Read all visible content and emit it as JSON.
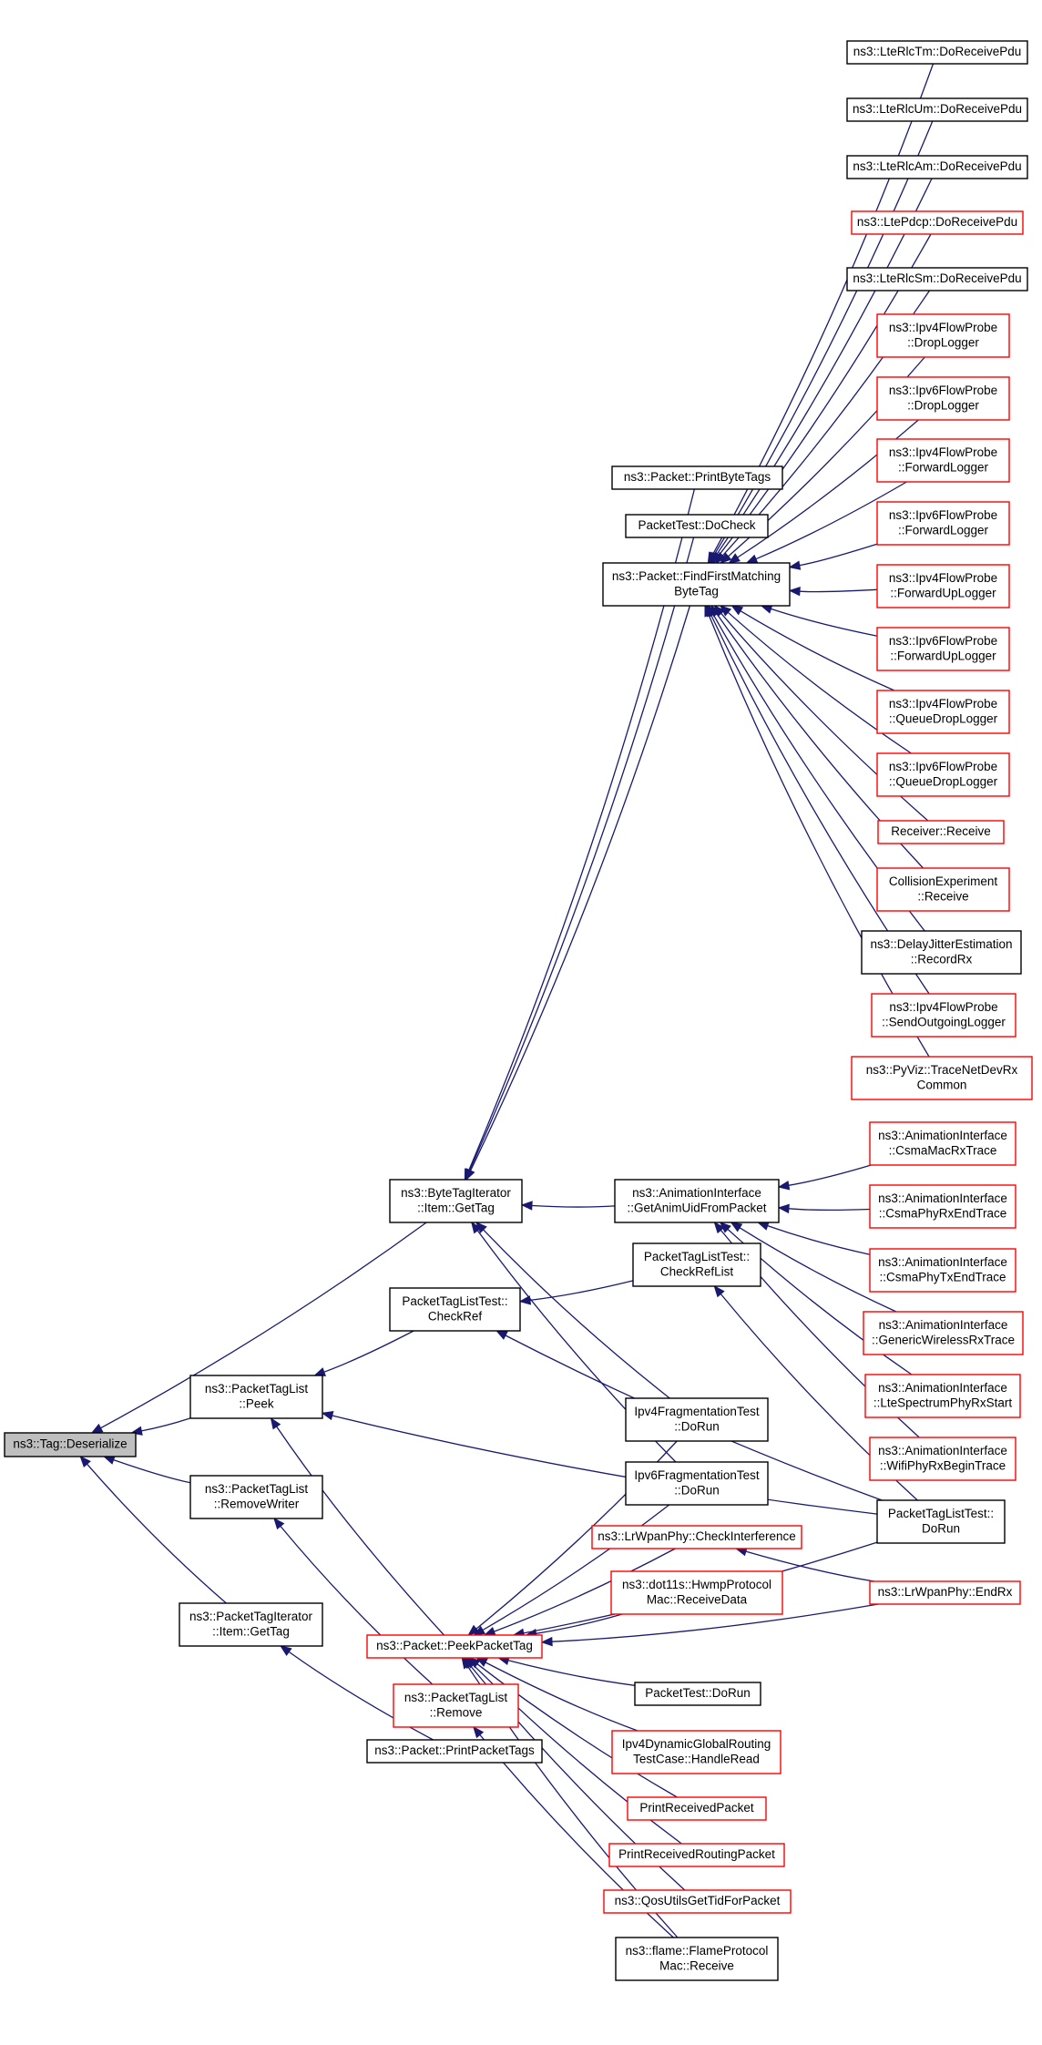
{
  "colors": {
    "edge": "#191970",
    "border_documented": "#000000",
    "border_undocumented": "#ff0000",
    "highlight_fill": "#bfbfbf",
    "node_fill": "#ffffff",
    "text": "#000000"
  },
  "nodes": [
    {
      "id": "tag_deserialize",
      "lines": [
        "ns3::Tag::Deserialize"
      ],
      "style": "highlight"
    },
    {
      "id": "bti_item_gettag",
      "lines": [
        "ns3::ByteTagIterator",
        "::Item::GetTag"
      ],
      "style": "black"
    },
    {
      "id": "ptl_peek",
      "lines": [
        "ns3::PacketTagList",
        "::Peek"
      ],
      "style": "black"
    },
    {
      "id": "ptl_removewriter",
      "lines": [
        "ns3::PacketTagList",
        "::RemoveWriter"
      ],
      "style": "black"
    },
    {
      "id": "pti_item_gettag",
      "lines": [
        "ns3::PacketTagIterator",
        "::Item::GetTag"
      ],
      "style": "black"
    },
    {
      "id": "ptlt_checkref",
      "lines": [
        "PacketTagListTest::",
        "CheckRef"
      ],
      "style": "black"
    },
    {
      "id": "packet_peekpackettag",
      "lines": [
        "ns3::Packet::PeekPacketTag"
      ],
      "style": "red"
    },
    {
      "id": "ptl_remove",
      "lines": [
        "ns3::PacketTagList",
        "::Remove"
      ],
      "style": "red"
    },
    {
      "id": "packet_printpackettags",
      "lines": [
        "ns3::Packet::PrintPacketTags"
      ],
      "style": "black"
    },
    {
      "id": "packet_printbytetags",
      "lines": [
        "ns3::Packet::PrintByteTags"
      ],
      "style": "black"
    },
    {
      "id": "packettest_docheck",
      "lines": [
        "PacketTest::DoCheck"
      ],
      "style": "black"
    },
    {
      "id": "packet_findfirst",
      "lines": [
        "ns3::Packet::FindFirstMatching",
        "ByteTag"
      ],
      "style": "black"
    },
    {
      "id": "anim_getanimuid",
      "lines": [
        "ns3::AnimationInterface",
        "::GetAnimUidFromPacket"
      ],
      "style": "black"
    },
    {
      "id": "ptlt_checkreflist",
      "lines": [
        "PacketTagListTest::",
        "CheckRefList"
      ],
      "style": "black"
    },
    {
      "id": "ipv4frag_dorun",
      "lines": [
        "Ipv4FragmentationTest",
        "::DoRun"
      ],
      "style": "black"
    },
    {
      "id": "ipv6frag_dorun",
      "lines": [
        "Ipv6FragmentationTest",
        "::DoRun"
      ],
      "style": "black"
    },
    {
      "id": "lrwpan_checkinterference",
      "lines": [
        "ns3::LrWpanPhy::CheckInterference"
      ],
      "style": "red"
    },
    {
      "id": "dot11s_receivedata",
      "lines": [
        "ns3::dot11s::HwmpProtocol",
        "Mac::ReceiveData"
      ],
      "style": "red"
    },
    {
      "id": "packettest_dorun",
      "lines": [
        "PacketTest::DoRun"
      ],
      "style": "black"
    },
    {
      "id": "ipv4dyn_handleread",
      "lines": [
        "Ipv4DynamicGlobalRouting",
        "TestCase::HandleRead"
      ],
      "style": "red"
    },
    {
      "id": "printreceivedpacket",
      "lines": [
        "PrintReceivedPacket"
      ],
      "style": "red"
    },
    {
      "id": "printreceivedroutingpacket",
      "lines": [
        "PrintReceivedRoutingPacket"
      ],
      "style": "red"
    },
    {
      "id": "qosutils_gettid",
      "lines": [
        "ns3::QosUtilsGetTidForPacket"
      ],
      "style": "red"
    },
    {
      "id": "flame_receive",
      "lines": [
        "ns3::flame::FlameProtocol",
        "Mac::Receive"
      ],
      "style": "black"
    },
    {
      "id": "ltercltm",
      "lines": [
        "ns3::LteRlcTm::DoReceivePdu"
      ],
      "style": "black"
    },
    {
      "id": "lterclum",
      "lines": [
        "ns3::LteRlcUm::DoReceivePdu"
      ],
      "style": "black"
    },
    {
      "id": "lterclam",
      "lines": [
        "ns3::LteRlcAm::DoReceivePdu"
      ],
      "style": "black"
    },
    {
      "id": "ltepdcp",
      "lines": [
        "ns3::LtePdcp::DoReceivePdu"
      ],
      "style": "red"
    },
    {
      "id": "ltercl_sm",
      "lines": [
        "ns3::LteRlcSm::DoReceivePdu"
      ],
      "style": "black"
    },
    {
      "id": "ipv4fp_droplogger",
      "lines": [
        "ns3::Ipv4FlowProbe",
        "::DropLogger"
      ],
      "style": "red"
    },
    {
      "id": "ipv6fp_droplogger",
      "lines": [
        "ns3::Ipv6FlowProbe",
        "::DropLogger"
      ],
      "style": "red"
    },
    {
      "id": "ipv4fp_forwardlogger",
      "lines": [
        "ns3::Ipv4FlowProbe",
        "::ForwardLogger"
      ],
      "style": "red"
    },
    {
      "id": "ipv6fp_forwardlogger",
      "lines": [
        "ns3::Ipv6FlowProbe",
        "::ForwardLogger"
      ],
      "style": "red"
    },
    {
      "id": "ipv4fp_forwardup",
      "lines": [
        "ns3::Ipv4FlowProbe",
        "::ForwardUpLogger"
      ],
      "style": "red"
    },
    {
      "id": "ipv6fp_forwardup",
      "lines": [
        "ns3::Ipv6FlowProbe",
        "::ForwardUpLogger"
      ],
      "style": "red"
    },
    {
      "id": "ipv4fp_queuedrop",
      "lines": [
        "ns3::Ipv4FlowProbe",
        "::QueueDropLogger"
      ],
      "style": "red"
    },
    {
      "id": "ipv6fp_queuedrop",
      "lines": [
        "ns3::Ipv6FlowProbe",
        "::QueueDropLogger"
      ],
      "style": "red"
    },
    {
      "id": "receiver_receive",
      "lines": [
        "Receiver::Receive"
      ],
      "style": "red"
    },
    {
      "id": "collision_receive",
      "lines": [
        "CollisionExperiment",
        "::Receive"
      ],
      "style": "red"
    },
    {
      "id": "delayjitter_recordrx",
      "lines": [
        "ns3::DelayJitterEstimation",
        "::RecordRx"
      ],
      "style": "black"
    },
    {
      "id": "ipv4fp_sendoutgoing",
      "lines": [
        "ns3::Ipv4FlowProbe",
        "::SendOutgoingLogger"
      ],
      "style": "red"
    },
    {
      "id": "pyviz_tracenetdevrx",
      "lines": [
        "ns3::PyViz::TraceNetDevRx",
        "Common"
      ],
      "style": "red"
    },
    {
      "id": "anim_csmamacrx",
      "lines": [
        "ns3::AnimationInterface",
        "::CsmaMacRxTrace"
      ],
      "style": "red"
    },
    {
      "id": "anim_csmaphyrxend",
      "lines": [
        "ns3::AnimationInterface",
        "::CsmaPhyRxEndTrace"
      ],
      "style": "red"
    },
    {
      "id": "anim_csmaphytxend",
      "lines": [
        "ns3::AnimationInterface",
        "::CsmaPhyTxEndTrace"
      ],
      "style": "red"
    },
    {
      "id": "anim_genericwirelessrx",
      "lines": [
        "ns3::AnimationInterface",
        "::GenericWirelessRxTrace"
      ],
      "style": "red"
    },
    {
      "id": "anim_ltespectrumphyrxstart",
      "lines": [
        "ns3::AnimationInterface",
        "::LteSpectrumPhyRxStart"
      ],
      "style": "red"
    },
    {
      "id": "anim_wifiphyrxbegin",
      "lines": [
        "ns3::AnimationInterface",
        "::WifiPhyRxBeginTrace"
      ],
      "style": "red"
    },
    {
      "id": "ptlt_dorun",
      "lines": [
        "PacketTagListTest::",
        "DoRun"
      ],
      "style": "black"
    },
    {
      "id": "lrwpan_endrx",
      "lines": [
        "ns3::LrWpanPhy::EndRx"
      ],
      "style": "red"
    }
  ],
  "edges": [
    [
      "tag_deserialize",
      "bti_item_gettag"
    ],
    [
      "tag_deserialize",
      "ptl_peek"
    ],
    [
      "tag_deserialize",
      "ptl_removewriter"
    ],
    [
      "tag_deserialize",
      "pti_item_gettag"
    ],
    [
      "bti_item_gettag",
      "packet_printbytetags"
    ],
    [
      "bti_item_gettag",
      "packettest_docheck"
    ],
    [
      "bti_item_gettag",
      "packet_findfirst"
    ],
    [
      "bti_item_gettag",
      "anim_getanimuid"
    ],
    [
      "bti_item_gettag",
      "ipv4frag_dorun"
    ],
    [
      "bti_item_gettag",
      "ipv6frag_dorun"
    ],
    [
      "ptl_peek",
      "ptlt_checkref"
    ],
    [
      "ptl_peek",
      "packet_peekpackettag"
    ],
    [
      "ptl_peek",
      "ptlt_dorun"
    ],
    [
      "ptl_removewriter",
      "ptl_remove"
    ],
    [
      "pti_item_gettag",
      "packet_printpackettags"
    ],
    [
      "ptlt_checkref",
      "ptlt_checkreflist"
    ],
    [
      "ptlt_checkref",
      "ptlt_dorun"
    ],
    [
      "ptlt_checkreflist",
      "ptlt_dorun"
    ],
    [
      "ptl_remove",
      "flame_receive"
    ],
    [
      "packet_peekpackettag",
      "ipv4frag_dorun"
    ],
    [
      "packet_peekpackettag",
      "ipv6frag_dorun"
    ],
    [
      "packet_peekpackettag",
      "lrwpan_checkinterference"
    ],
    [
      "packet_peekpackettag",
      "dot11s_receivedata"
    ],
    [
      "packet_peekpackettag",
      "lrwpan_endrx"
    ],
    [
      "packet_peekpackettag",
      "packettest_dorun"
    ],
    [
      "packet_peekpackettag",
      "ipv4dyn_handleread"
    ],
    [
      "packet_peekpackettag",
      "printreceivedpacket"
    ],
    [
      "packet_peekpackettag",
      "printreceivedroutingpacket"
    ],
    [
      "packet_peekpackettag",
      "qosutils_gettid"
    ],
    [
      "packet_peekpackettag",
      "flame_receive"
    ],
    [
      "packet_peekpackettag",
      "ptlt_dorun"
    ],
    [
      "lrwpan_checkinterference",
      "lrwpan_endrx"
    ],
    [
      "anim_getanimuid",
      "anim_csmamacrx"
    ],
    [
      "anim_getanimuid",
      "anim_csmaphyrxend"
    ],
    [
      "anim_getanimuid",
      "anim_csmaphytxend"
    ],
    [
      "anim_getanimuid",
      "anim_genericwirelessrx"
    ],
    [
      "anim_getanimuid",
      "anim_ltespectrumphyrxstart"
    ],
    [
      "anim_getanimuid",
      "anim_wifiphyrxbegin"
    ],
    [
      "packet_findfirst",
      "ltercltm"
    ],
    [
      "packet_findfirst",
      "lterclum"
    ],
    [
      "packet_findfirst",
      "lterclam"
    ],
    [
      "packet_findfirst",
      "ltepdcp"
    ],
    [
      "packet_findfirst",
      "ltercl_sm"
    ],
    [
      "packet_findfirst",
      "ipv4fp_droplogger"
    ],
    [
      "packet_findfirst",
      "ipv6fp_droplogger"
    ],
    [
      "packet_findfirst",
      "ipv4fp_forwardlogger"
    ],
    [
      "packet_findfirst",
      "ipv6fp_forwardlogger"
    ],
    [
      "packet_findfirst",
      "ipv4fp_forwardup"
    ],
    [
      "packet_findfirst",
      "ipv6fp_forwardup"
    ],
    [
      "packet_findfirst",
      "ipv4fp_queuedrop"
    ],
    [
      "packet_findfirst",
      "ipv6fp_queuedrop"
    ],
    [
      "packet_findfirst",
      "receiver_receive"
    ],
    [
      "packet_findfirst",
      "collision_receive"
    ],
    [
      "packet_findfirst",
      "delayjitter_recordrx"
    ],
    [
      "packet_findfirst",
      "ipv4fp_sendoutgoing"
    ],
    [
      "packet_findfirst",
      "pyviz_tracenetdevrx"
    ]
  ]
}
